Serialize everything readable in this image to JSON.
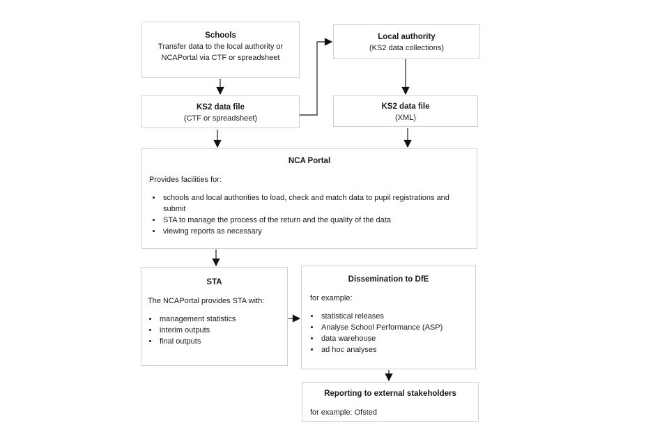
{
  "diagram": {
    "boxes": {
      "schools": {
        "title": "Schools",
        "body": "Transfer data to the local authority or NCAPortal via CTF or spreadsheet"
      },
      "local_authority": {
        "title": "Local authority",
        "body": "(KS2 data collections)"
      },
      "ks2_file_ctf": {
        "title": "KS2 data file",
        "body": "(CTF or spreadsheet)"
      },
      "ks2_file_xml": {
        "title": "KS2 data file",
        "body": "(XML)"
      },
      "nca_portal": {
        "title": "NCA Portal",
        "intro": "Provides facilities for:",
        "bullets": [
          "schools and local authorities to load, check and match data to pupil registrations and submit",
          "STA to manage the process of the return and the quality of the data",
          "viewing reports as necessary"
        ]
      },
      "sta": {
        "title": "STA",
        "intro": "The NCAPortal provides STA with:",
        "bullets": [
          "management statistics",
          "interim outputs",
          "final outputs"
        ]
      },
      "dissemination": {
        "title": "Dissemination to DfE",
        "intro": "for example:",
        "bullets": [
          "statistical releases",
          "Analyse School Performance (ASP)",
          "data warehouse",
          "ad hoc analyses"
        ]
      },
      "reporting": {
        "title": "Reporting to external stakeholders",
        "body": "for example: Ofsted"
      }
    },
    "colors": {
      "box_border": "#d0d0d0",
      "arrow": "#3c3c3c",
      "text": "#1a1a1a",
      "background": "#ffffff"
    }
  }
}
